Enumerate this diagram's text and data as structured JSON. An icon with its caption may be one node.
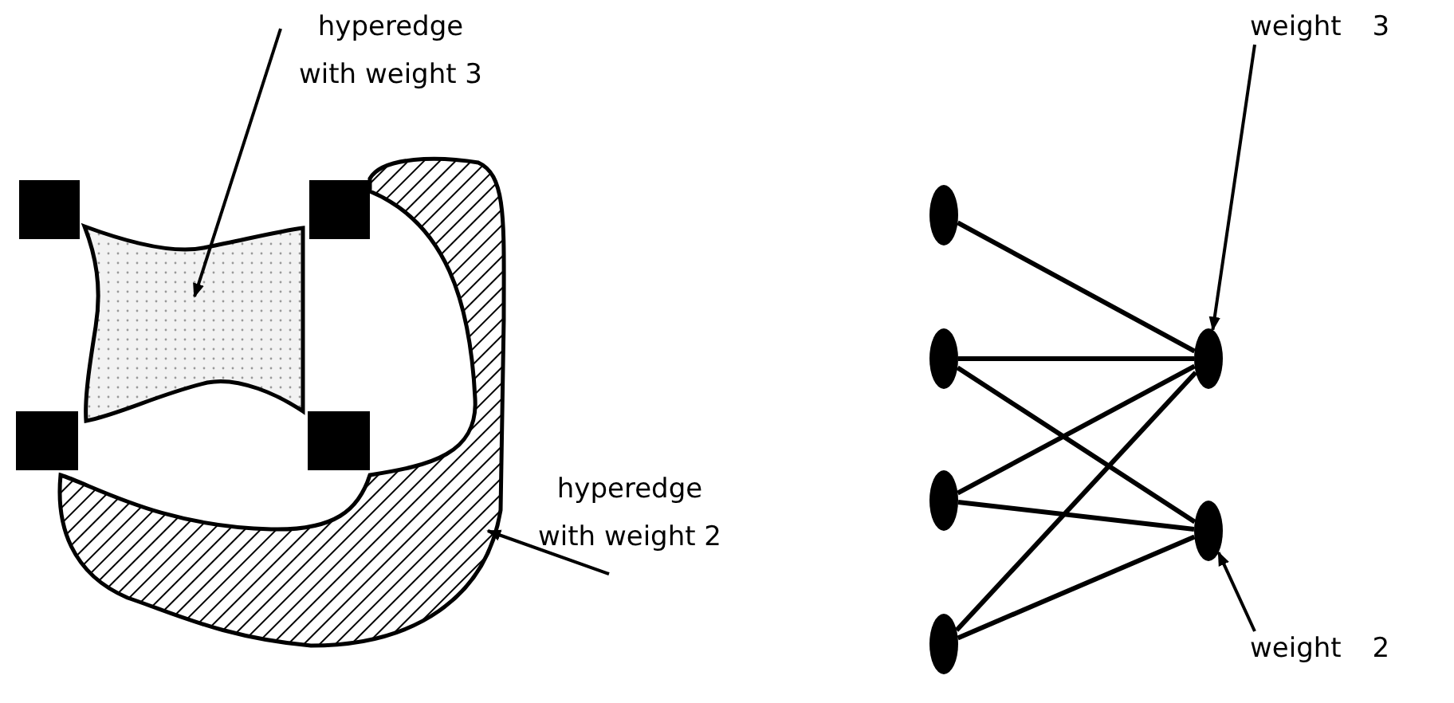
{
  "diagram": {
    "nodes": [
      {
        "text": [
          "hyperedge with weight 3"
        ]
      },
      {
        "text": [],
        "shape": "box"
      },
      {
        "text": [],
        "shape": "box"
      },
      {
        "text": [],
        "shape": "box"
      },
      {
        "text": [],
        "shape": "box"
      },
      {
        "text": [],
        "shape": "region"
      },
      {
        "text": [],
        "shape": "region"
      },
      {
        "text": [
          "hyperedge with weight 2"
        ]
      },
      {
        "text": [
          "weight 3"
        ]
      },
      {
        "text": [],
        "shape": "circle"
      },
      {
        "text": [],
        "shape": "circle"
      },
      {
        "text": [],
        "shape": "circle"
      },
      {
        "text": [],
        "shape": "circle"
      },
      {
        "text": [],
        "shape": "circle"
      },
      {
        "text": [],
        "shape": "circle"
      },
      {
        "text": [
          "weight 2"
        ]
      }
    ],
    "edges": [
      {
        "from": 0,
        "to": 5,
        "arrow": "to"
      },
      {
        "from": 7,
        "to": 6,
        "arrow": "to"
      },
      {
        "from": 8,
        "to": 13,
        "arrow": "to"
      },
      {
        "from": 15,
        "to": 14,
        "arrow": "to"
      },
      {
        "from": 9,
        "to": 13,
        "arrow": "none"
      },
      {
        "from": 10,
        "to": 13,
        "arrow": "none"
      },
      {
        "from": 10,
        "to": 14,
        "arrow": "none"
      },
      {
        "from": 11,
        "to": 13,
        "arrow": "none"
      },
      {
        "from": 11,
        "to": 14,
        "arrow": "none"
      },
      {
        "from": 12,
        "to": 13,
        "arrow": "none"
      },
      {
        "from": 12,
        "to": 14,
        "arrow": "none"
      }
    ]
  }
}
